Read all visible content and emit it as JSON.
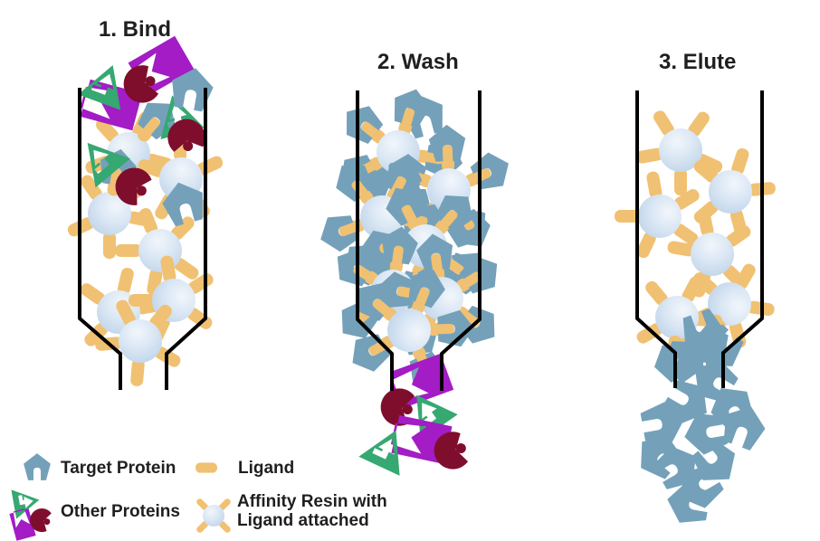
{
  "steps": {
    "bind": {
      "title": "1. Bind"
    },
    "wash": {
      "title": "2. Wash"
    },
    "elute": {
      "title": "3. Elute"
    }
  },
  "legend": {
    "target_protein_label": "Target Protein",
    "other_proteins_label": "Other Proteins",
    "ligand_label": "Ligand",
    "affinity_resin_label_line1": "Affinity Resin with",
    "affinity_resin_label_line2": "Ligand attached"
  },
  "icons": {
    "target_protein": "notched-pentagon",
    "other_protein_triangle": "green-triangle-with-arrow-cutout",
    "other_protein_rectangle": "purple-rectangle-with-chevron-notch",
    "other_protein_pacman": "maroon-circle-with-bite",
    "ligand": "yellow-rounded-stick",
    "affinity_resin": "blue-sphere-with-ligand-sticks"
  },
  "colors": {
    "target_protein": "#74a1b9",
    "protein_green": "#36a871",
    "protein_purple": "#a31cc5",
    "protein_maroon": "#7f0e2d",
    "ligand": "#f0c172",
    "bead_highlight": "#f2f6fb",
    "bead_mid": "#dce8f5",
    "bead_edge": "#bed3e8",
    "outline": "#000000",
    "text": "#1f1f1f",
    "background": "#ffffff"
  }
}
